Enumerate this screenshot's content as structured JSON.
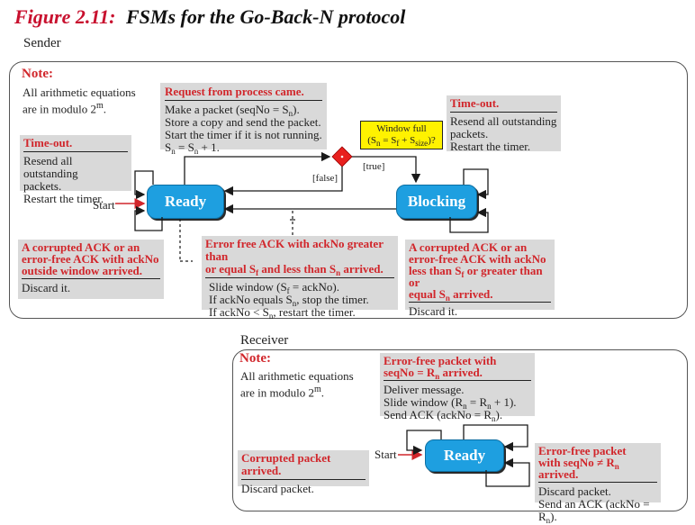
{
  "title": {
    "prefix": "Figure 2.11:",
    "text": "FSMs for the Go-Back-N protocol"
  },
  "sender": {
    "label": "Sender",
    "note_title": "Note:",
    "note_line1": "All arithmetic equations",
    "note_line2": "are in modulo 2",
    "note_exp": "m",
    "note_end": ".",
    "request_title": "Request from process came.",
    "request_l1": "Make a packet (seqNo = S",
    "request_l1_sub": "n",
    "request_l1_end": ").",
    "request_l2": "Store a copy and send the packet.",
    "request_l3": "Start the timer if it is not running.",
    "request_l4a": "S",
    "request_l4_sub1": "n",
    "request_l4b": " = S",
    "request_l4_sub2": "n",
    "request_l4c": " + 1.",
    "timeout_left_title": "Time-out.",
    "timeout_left_l1": "Resend all outstanding",
    "timeout_left_l2": "packets.",
    "timeout_left_l3": "Restart the timer.",
    "timeout_right_title": "Time-out.",
    "timeout_right_l1": "Resend all outstanding",
    "timeout_right_l2": "packets.",
    "timeout_right_l3": "Restart the timer.",
    "window_full_l1": "Window full",
    "window_full_l2a": "(S",
    "window_full_l2_sub1": "n",
    "window_full_l2b": " = S",
    "window_full_l2_sub2": "f",
    "window_full_l2c": " + S",
    "window_full_l2_sub3": "size",
    "window_full_l2d": ")?",
    "true_label": "[true]",
    "false_label": "[false]",
    "start_label": "Start",
    "state_ready": "Ready",
    "state_blocking": "Blocking",
    "corrupt_left_l1": "A corrupted ACK or an",
    "corrupt_left_l2": "error-free ACK with ackNo",
    "corrupt_left_l3": "outside window arrived.",
    "corrupt_left_action": "Discard it.",
    "errfree_l1": "Error free ACK with ackNo greater than",
    "errfree_l2a": "or equal S",
    "errfree_l2_sub1": "f",
    "errfree_l2b": " and less than S",
    "errfree_l2_sub2": "n",
    "errfree_l2c": " arrived.",
    "errfree_a1a": "Slide window (S",
    "errfree_a1_sub": "f",
    "errfree_a1b": " = ackNo).",
    "errfree_a2a": "If ackNo equals S",
    "errfree_a2_sub": "n",
    "errfree_a2b": ", stop the timer.",
    "errfree_a3a": "If ackNo < S",
    "errfree_a3_sub": "n",
    "errfree_a3b": ", restart the timer.",
    "corrupt_right_l1": "A corrupted ACK or an",
    "corrupt_right_l2": "error-free ACK with ackNo",
    "corrupt_right_l3a": "less than S",
    "corrupt_right_l3_sub": "f",
    "corrupt_right_l3b": " or greater than or",
    "corrupt_right_l4a": "equal S",
    "corrupt_right_l4_sub": "n",
    "corrupt_right_l4b": " arrived.",
    "corrupt_right_action": "Discard it."
  },
  "receiver": {
    "label": "Receiver",
    "note_title": "Note:",
    "note_line1": "All arithmetic equations",
    "note_line2": "are in modulo 2",
    "note_exp": "m",
    "note_end": ".",
    "errfree_title_l1": "Error-free packet with",
    "errfree_title_l2a": "seqNo = R",
    "errfree_title_l2_sub": "n",
    "errfree_title_l2b": " arrived.",
    "errfree_a1": "Deliver message.",
    "errfree_a2a": "Slide window (R",
    "errfree_a2_sub1": "n",
    "errfree_a2b": " = R",
    "errfree_a2_sub2": "n",
    "errfree_a2c": " + 1).",
    "errfree_a3a": "Send ACK (ackNo = R",
    "errfree_a3_sub": "n",
    "errfree_a3b": ").",
    "corrupted_title": "Corrupted packet arrived.",
    "corrupted_action": "Discard packet.",
    "start_label": "Start",
    "state_ready": "Ready",
    "wrong_title_l1": "Error-free packet",
    "wrong_title_l2a": "with seqNo ≠ R",
    "wrong_title_l2_sub": "n",
    "wrong_title_l2b": " arrived.",
    "wrong_a1": "Discard packet.",
    "wrong_a2a": "Send an ACK (ackNo = R",
    "wrong_a2_sub": "n",
    "wrong_a2b": ")."
  },
  "colors": {
    "accent_red": "#d1262b",
    "state_blue": "#1e9fe0",
    "box_gray": "#d9d9d9",
    "decision_red": "#e8201e",
    "window_yellow": "#fff200"
  }
}
